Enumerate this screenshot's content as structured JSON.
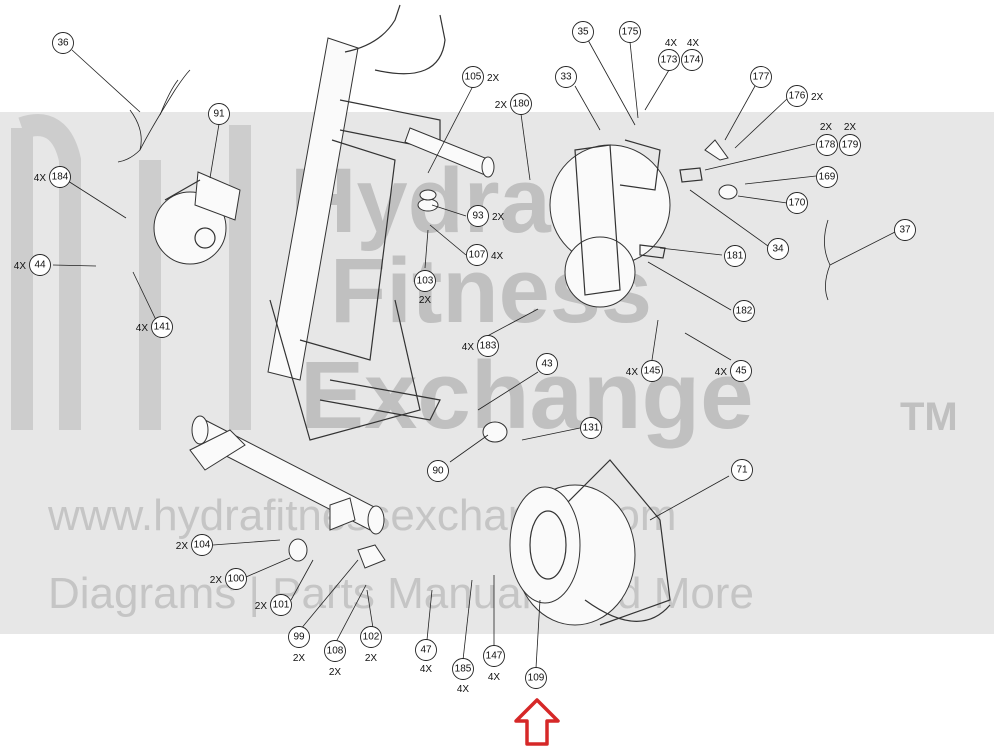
{
  "watermark": {
    "line1": "Hydra",
    "line2": "Fitness",
    "line3": "Exchange",
    "tm": "TM",
    "url": "www.hydrafitnessexchange.com",
    "tagline": "Diagrams | Parts Manuals And More"
  },
  "colors": {
    "arrow": "#d62828",
    "watermark_band": "#d4d4d4",
    "line_art": "#333333"
  },
  "callouts": [
    {
      "id": "36",
      "qty": ""
    },
    {
      "id": "91",
      "qty": ""
    },
    {
      "id": "184",
      "qty": "4X"
    },
    {
      "id": "44",
      "qty": "4X"
    },
    {
      "id": "141",
      "qty": "4X"
    },
    {
      "id": "105",
      "qty": "2X"
    },
    {
      "id": "180",
      "qty": "2X"
    },
    {
      "id": "33",
      "qty": ""
    },
    {
      "id": "35",
      "qty": ""
    },
    {
      "id": "175",
      "qty": ""
    },
    {
      "id": "173",
      "qty": "4X"
    },
    {
      "id": "174",
      "qty": "4X"
    },
    {
      "id": "177",
      "qty": ""
    },
    {
      "id": "176",
      "qty": "2X"
    },
    {
      "id": "178",
      "qty": "2X"
    },
    {
      "id": "179",
      "qty": "2X"
    },
    {
      "id": "169",
      "qty": ""
    },
    {
      "id": "170",
      "qty": ""
    },
    {
      "id": "37",
      "qty": ""
    },
    {
      "id": "34",
      "qty": ""
    },
    {
      "id": "181",
      "qty": ""
    },
    {
      "id": "182",
      "qty": ""
    },
    {
      "id": "93",
      "qty": "2X"
    },
    {
      "id": "107",
      "qty": "4X"
    },
    {
      "id": "103",
      "qty": "2X"
    },
    {
      "id": "183",
      "qty": "4X"
    },
    {
      "id": "145",
      "qty": "4X"
    },
    {
      "id": "45",
      "qty": "4X"
    },
    {
      "id": "43",
      "qty": ""
    },
    {
      "id": "131",
      "qty": ""
    },
    {
      "id": "90",
      "qty": ""
    },
    {
      "id": "71",
      "qty": ""
    },
    {
      "id": "104",
      "qty": "2X"
    },
    {
      "id": "100",
      "qty": "2X"
    },
    {
      "id": "101",
      "qty": "2X"
    },
    {
      "id": "99",
      "qty": "2X"
    },
    {
      "id": "108",
      "qty": "2X"
    },
    {
      "id": "102",
      "qty": "2X"
    },
    {
      "id": "47",
      "qty": "4X"
    },
    {
      "id": "185",
      "qty": "4X"
    },
    {
      "id": "147",
      "qty": "4X"
    },
    {
      "id": "109",
      "qty": ""
    }
  ],
  "highlight": {
    "target": "109",
    "shape": "up-arrow-outline"
  }
}
